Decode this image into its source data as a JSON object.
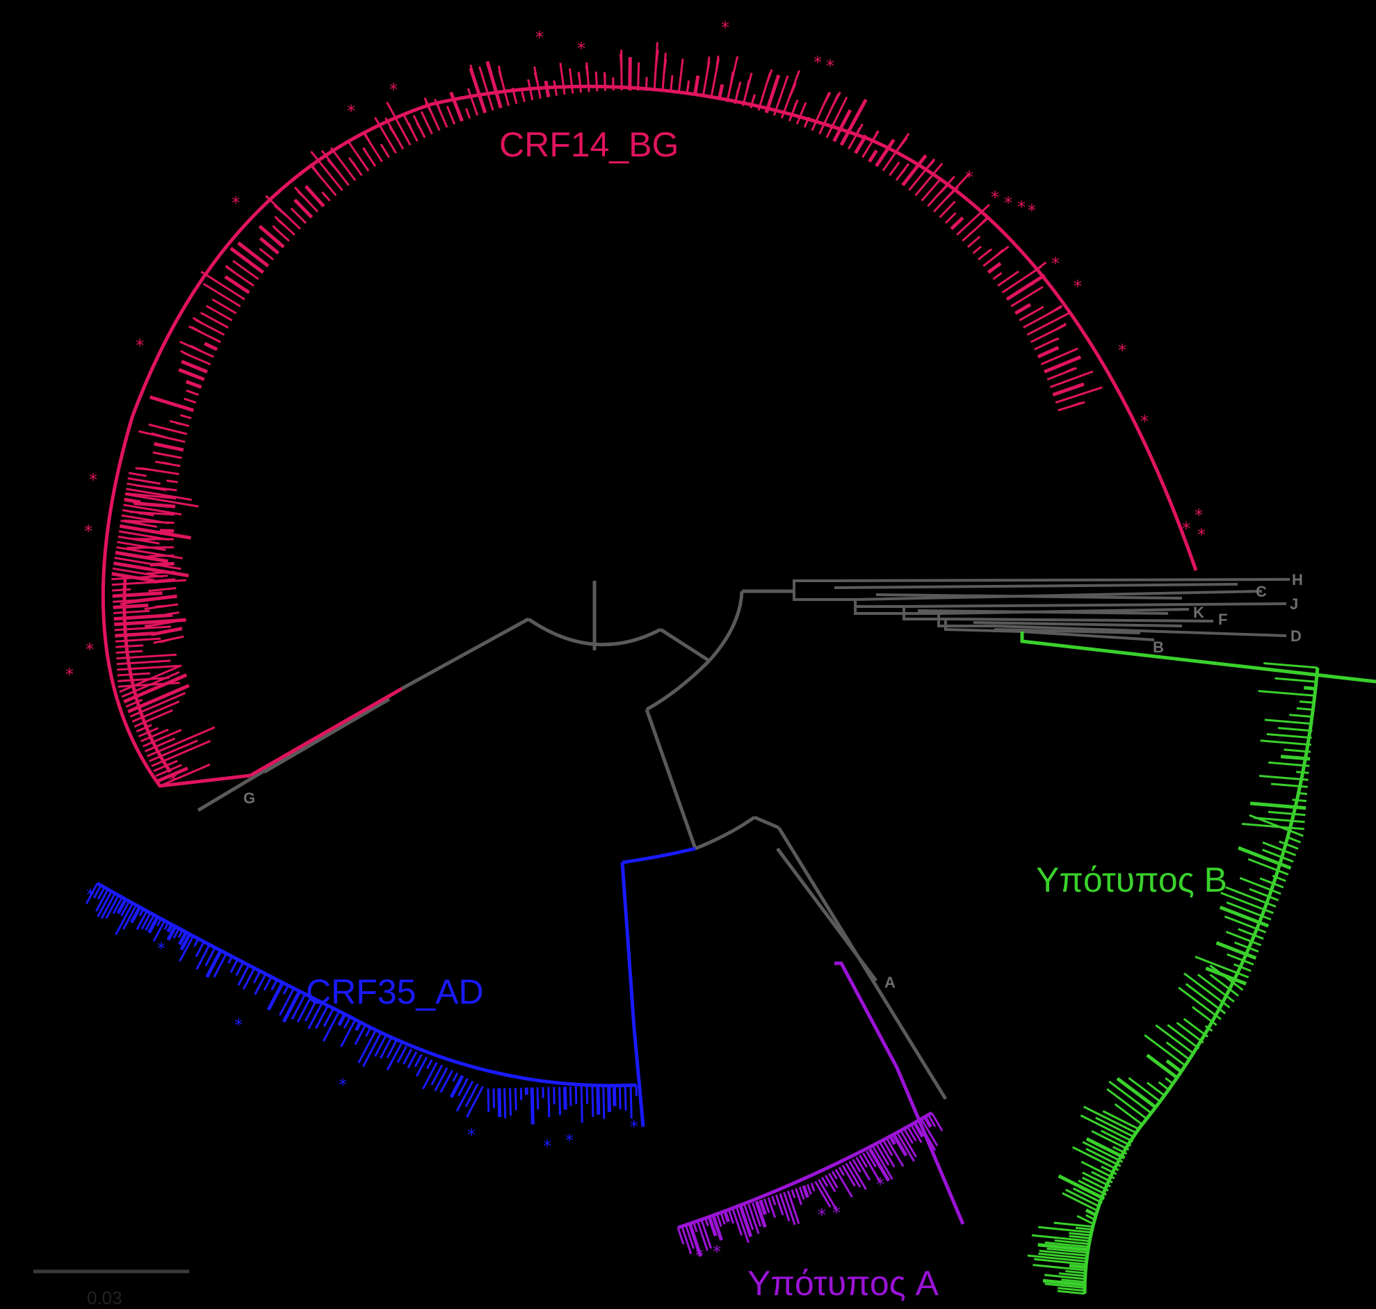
{
  "colors": {
    "crf14": "#e0145e",
    "crf35": "#1a1aff",
    "subA": "#9b14d6",
    "subB": "#3ad12c",
    "ref": "#5a5a5a",
    "background": "#000000",
    "scale": "#3a3a3a"
  },
  "clades": {
    "crf14": {
      "label": "CRF14_BG"
    },
    "crf35": {
      "label": "CRF35_AD"
    },
    "subA": {
      "label": "Υπότυπος A"
    },
    "subB": {
      "label": "Υπότυπος B"
    }
  },
  "references": {
    "H": "H",
    "C": "C",
    "J": "J",
    "K": "K",
    "F": "F",
    "D": "D",
    "B": "B",
    "A": "A",
    "G": "G"
  },
  "scale_bar": {
    "label": "0.03"
  },
  "marker_symbol": "*"
}
